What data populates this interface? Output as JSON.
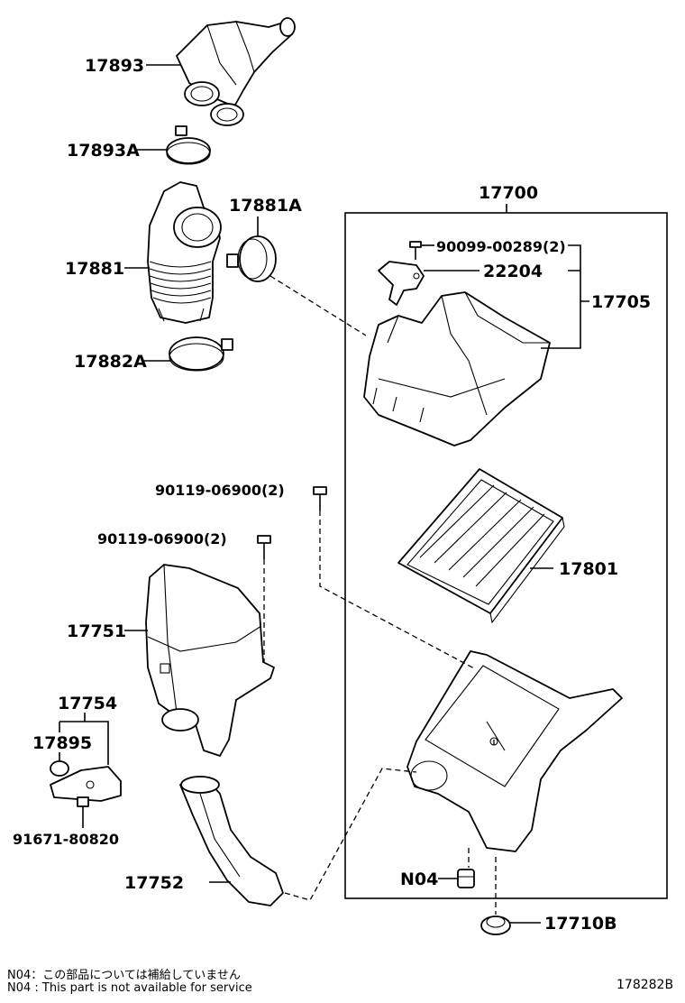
{
  "labels": {
    "p17893": "17893",
    "p17893A": "17893A",
    "p17881": "17881",
    "p17881A": "17881A",
    "p17882A": "17882A",
    "p17700": "17700",
    "p90099": "90099-00289(2)",
    "p22204": "22204",
    "p17705": "17705",
    "p90119a": "90119-06900(2)",
    "p90119b": "90119-06900(2)",
    "p17801": "17801",
    "p17751": "17751",
    "p17754": "17754",
    "p17895": "17895",
    "p91671": "91671-80820",
    "p17752": "17752",
    "pN04": "N04",
    "p17710B": "17710B"
  },
  "notes": {
    "jp": "N04：この部品については補給していません",
    "en": "N04 : This part is not available for service"
  },
  "drawing_number": "178282B"
}
